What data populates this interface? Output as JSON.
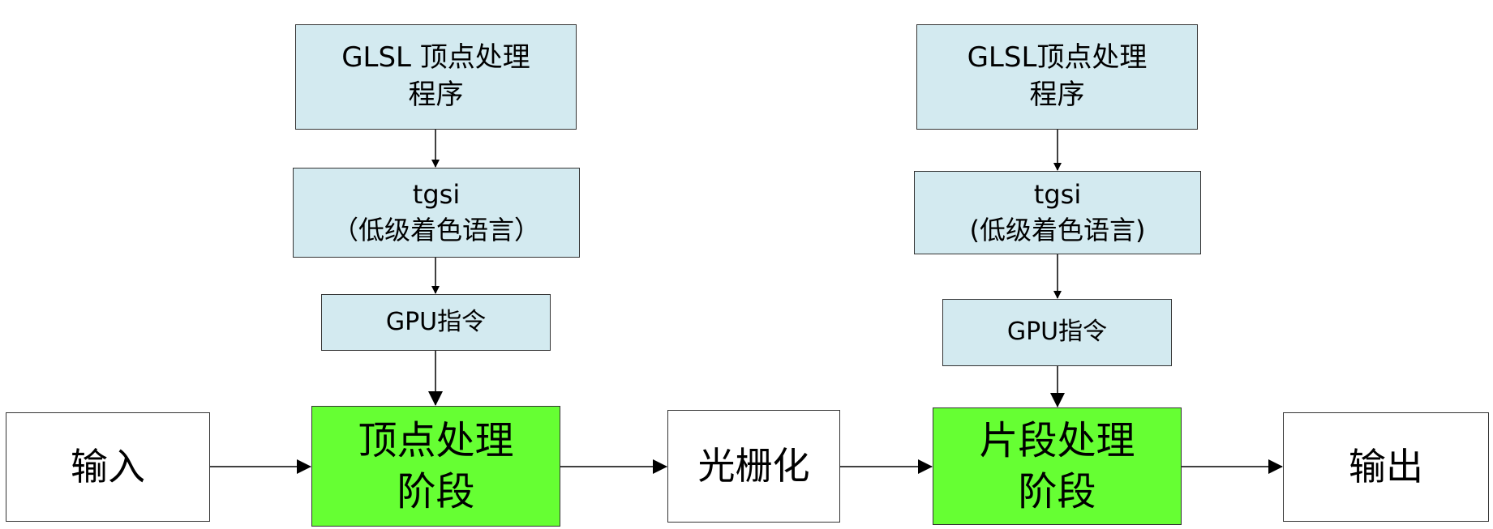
{
  "left_column": {
    "glsl": [
      "GLSL 顶点处理",
      "程序"
    ],
    "tgsi": [
      "tgsi",
      "（低级着色语言）"
    ],
    "gpu": "GPU指令"
  },
  "right_column": {
    "glsl": [
      "GLSL顶点处理",
      "程序"
    ],
    "tgsi": [
      "tgsi",
      "(低级着色语言)"
    ],
    "gpu": "GPU指令"
  },
  "pipeline": {
    "input": "输入",
    "vertex_stage": [
      "顶点处理",
      "阶段"
    ],
    "raster": "光栅化",
    "fragment_stage": [
      "片段处理",
      "阶段"
    ],
    "output": "输出"
  },
  "colors": {
    "shader_box": "#d3eaf0",
    "stage_box": "#66ff33",
    "plain_box": "#ffffff"
  }
}
